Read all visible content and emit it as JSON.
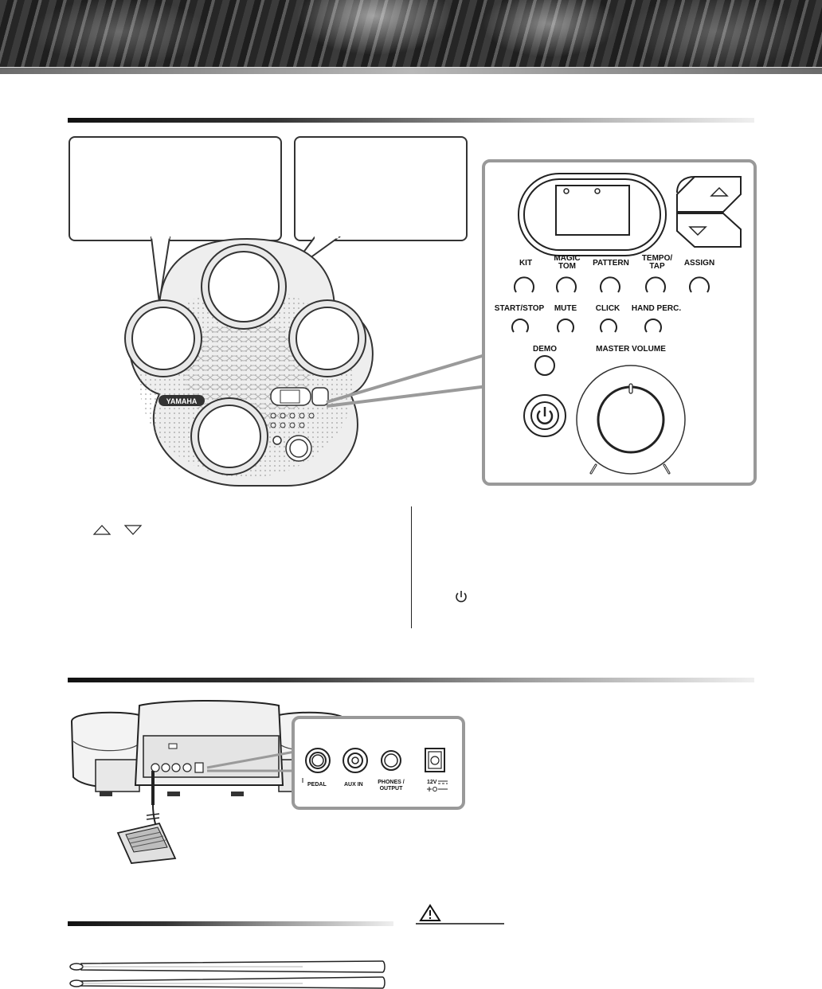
{
  "panel_labels": {
    "kit": "KIT",
    "magic_tom_1": "MAGIC",
    "magic_tom_2": "TOM",
    "pattern": "PATTERN",
    "tempo_tap_1": "TEMPO/",
    "tempo_tap_2": "TAP",
    "assign": "ASSIGN",
    "start_stop": "START/STOP",
    "mute": "MUTE",
    "click": "CLICK",
    "hand_perc": "HAND  PERC.",
    "demo": "DEMO",
    "master_volume": "MASTER  VOLUME"
  },
  "drum_unit": {
    "brand": "YAMAHA"
  },
  "rear_labels": {
    "pedal": "PEDAL",
    "aux_in": "AUX IN",
    "phones_1": "PHONES /",
    "phones_2": "OUTPUT",
    "power": "12V"
  },
  "icons": [
    "up-arrow-icon",
    "down-arrow-icon",
    "power-icon",
    "warning-icon"
  ]
}
